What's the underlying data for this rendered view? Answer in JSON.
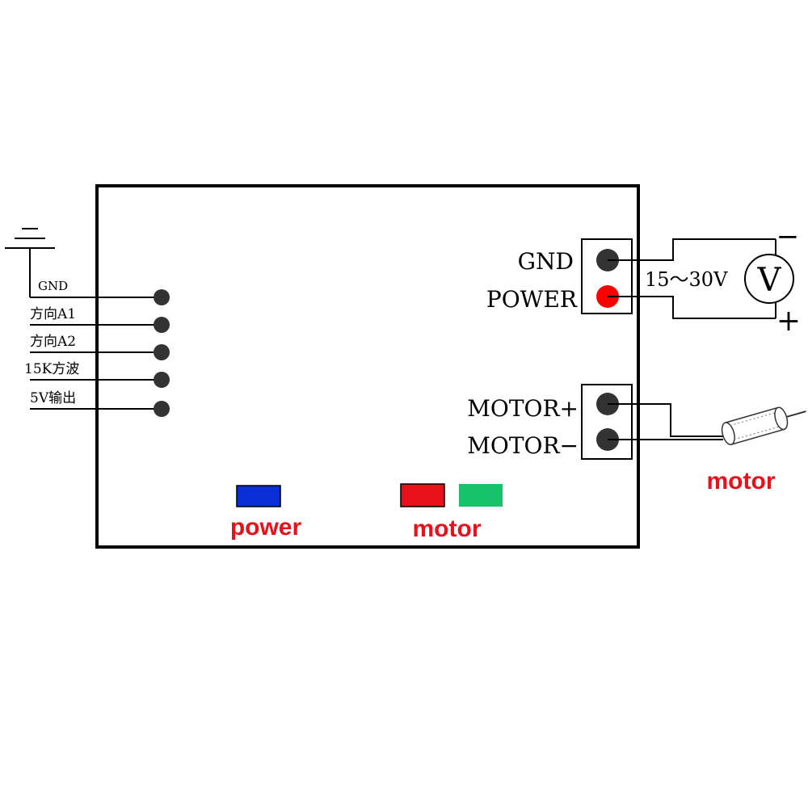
{
  "left_pins": [
    {
      "label": "GND"
    },
    {
      "label": "方向A1"
    },
    {
      "label": "方向A2"
    },
    {
      "label": "15K方波"
    },
    {
      "label": "5V输出"
    }
  ],
  "power_terminal": {
    "gnd_label": "GND",
    "power_label": "POWER"
  },
  "motor_terminal": {
    "plus_label": "MOTOR+",
    "minus_label": "MOTOR−"
  },
  "supply": {
    "voltage_range": "15～30V",
    "meter_symbol": "V",
    "negative_sign": "−",
    "positive_sign": "+"
  },
  "motor_caption": "motor",
  "indicators": {
    "power_label": "power",
    "motor_label": "motor"
  },
  "colors": {
    "line": "#000000",
    "pin": "#333333",
    "power_pin": "#ff0000",
    "caption_red": "#e8101a",
    "indicator_power": "#0a2fd6",
    "indicator_motor_red": "#e8101a",
    "indicator_motor_green": "#16c36a"
  }
}
